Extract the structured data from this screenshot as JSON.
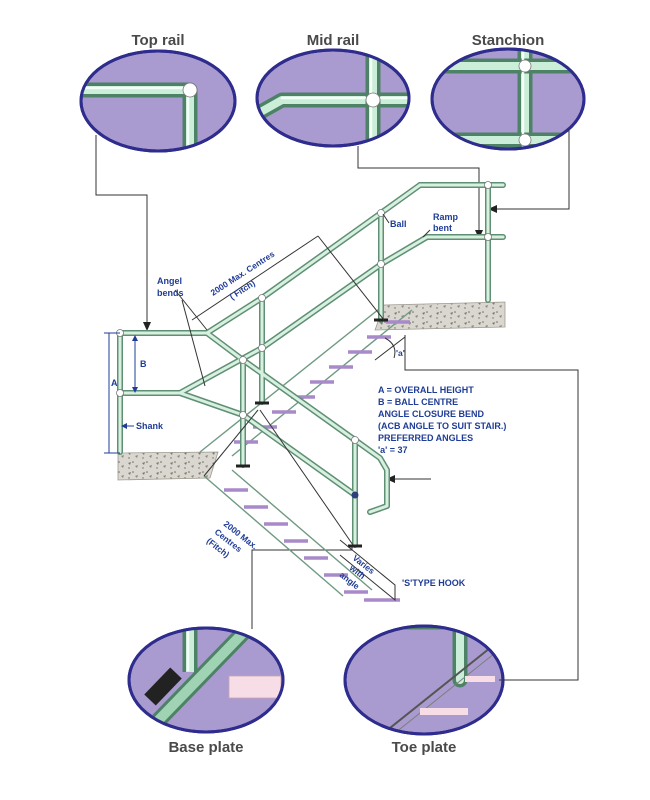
{
  "titles": {
    "top_rail": "Top rail",
    "mid_rail": "Mid rail",
    "stanchion": "Stanchion",
    "base_plate": "Base plate",
    "toe_plate": "Toe plate"
  },
  "labels": {
    "ball": "Ball",
    "ramp_bent_1": "Ramp",
    "ramp_bent_2": "bent",
    "angel_bends_1": "Angel",
    "angel_bends_2": "bends",
    "centres_top_1": "2000 Max. Centres",
    "centres_top_2": "( Fitch)",
    "centres_bottom_1": "2000 Max.",
    "centres_bottom_2": "Centres",
    "centres_bottom_3": "(Fitch)",
    "dim_a": "A",
    "dim_b": "B",
    "shank": "Shank",
    "angle_a": "'a'",
    "varies_1": "Varies",
    "varies_2": "with",
    "varies_3": "angle",
    "s_hook": "'S'TYPE HOOK"
  },
  "notes": [
    "A = OVERALL HEIGHT",
    "B = BALL CENTRE",
    "ANGLE CLOSURE BEND",
    "(ACB ANGLE TO SUIT STAIR.)",
    "PREFERRED ANGLES",
    "'a' = 37"
  ],
  "colors": {
    "oval_fill": "#a99bcf",
    "oval_border": "#2e2c8c",
    "rail": "#5f8f74",
    "label_blue": "#1f3c96",
    "step": "#a889c9"
  }
}
